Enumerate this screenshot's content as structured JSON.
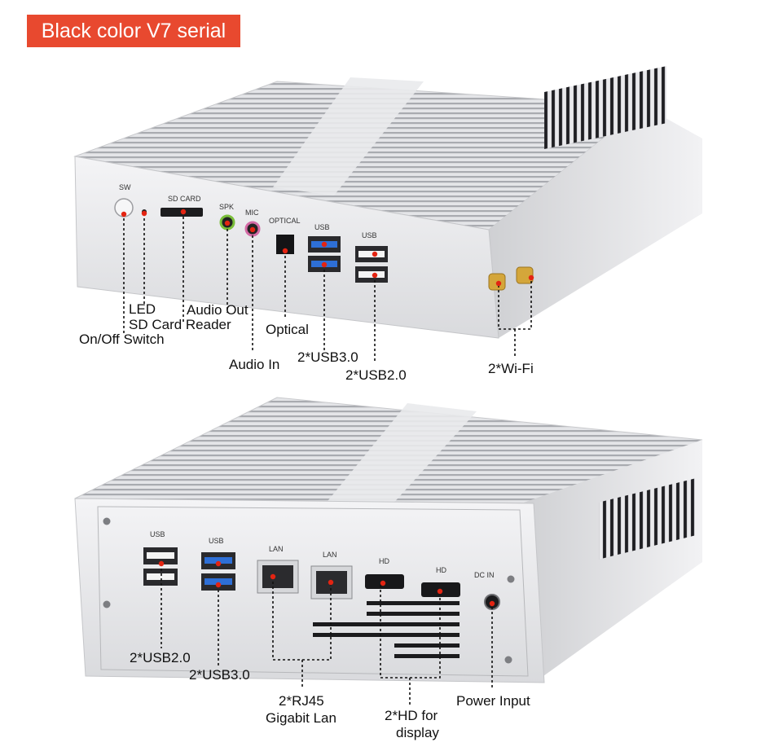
{
  "title": "Black color V7 serial",
  "front_panel": {
    "port_labels": {
      "sw": "SW",
      "sd_card": "SD CARD",
      "spk": "SPK",
      "mic": "MIC",
      "optical": "OPTICAL",
      "usb_a": "USB",
      "usb_b": "USB"
    },
    "callouts": {
      "led": "LED",
      "audio_out": "Audio Out",
      "sd_card_reader": "SD Card Reader",
      "on_off_switch": "On/Off Switch",
      "optical": "Optical",
      "audio_in": "Audio In",
      "usb30": "2*USB3.0",
      "usb20": "2*USB2.0",
      "wifi": "2*Wi-Fi"
    }
  },
  "rear_panel": {
    "port_labels": {
      "usb_a": "USB",
      "usb_b": "USB",
      "lan_a": "LAN",
      "lan_b": "LAN",
      "hd_a": "HD",
      "hd_b": "HD",
      "dc_in": "DC  IN"
    },
    "callouts": {
      "usb20": "2*USB2.0",
      "usb30": "2*USB3.0",
      "rj45_line1": "2*RJ45",
      "rj45_line2": "Gigabit Lan",
      "hd_line1": "2*HD for",
      "hd_line2": "display",
      "power_input": "Power Input"
    }
  },
  "colors": {
    "banner": "#e8492f",
    "marker": "#e32412",
    "usb3_blue": "#2e6fd6"
  }
}
